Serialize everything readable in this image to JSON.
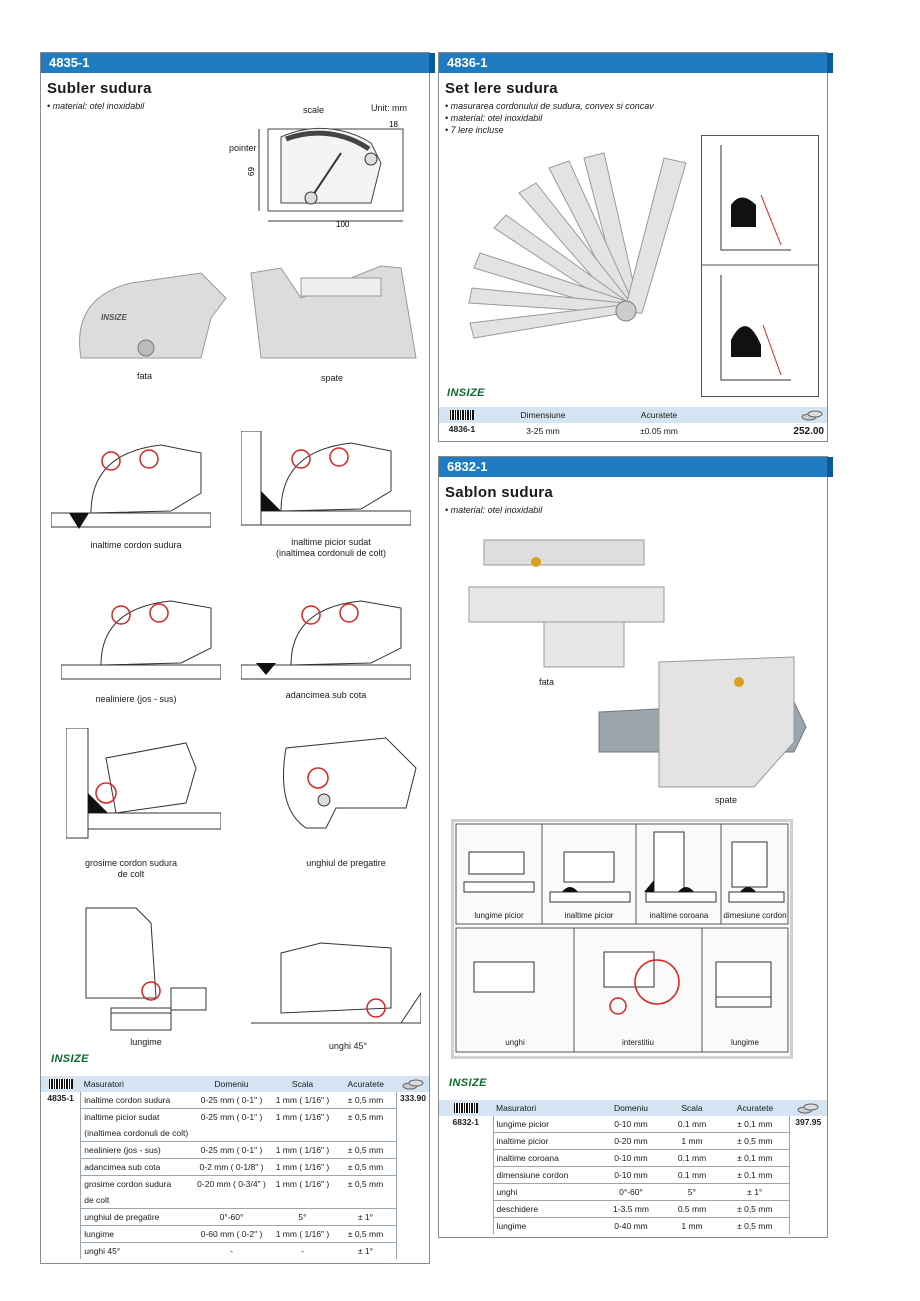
{
  "left": {
    "code": "4835-1",
    "title": "Subler sudura",
    "bullets": [
      "• material: otel inoxidabil"
    ],
    "diagram_labels": {
      "scale": "scale",
      "unit": "Unit: mm",
      "pointer": "pointer",
      "dim_height": "69",
      "dim_width": "100",
      "dim_small": "18"
    },
    "photo_captions": {
      "front": "fata",
      "back": "spate"
    },
    "usage_captions": [
      "inaltime cordon sudura",
      "inaltime picior sudat\n(inaltimea cordonuli de colt)",
      "nealiniere (jos - sus)",
      "adancimea sub cota",
      "grosime cordon sudura\nde colt",
      "unghiul de pregatire",
      "lungime",
      "unghi  45°"
    ],
    "brand": "INSIZE",
    "table": {
      "headers": [
        "Masuratori",
        "Domeniu",
        "Scala",
        "Acuratete"
      ],
      "code": "4835-1",
      "price": "333.90",
      "rows": [
        [
          "inaltime cordon sudura",
          "0-25 mm ( 0-1\" )",
          "1 mm ( 1/16\" )",
          "± 0,5 mm"
        ],
        [
          "inaltime picior sudat",
          "0-25 mm ( 0-1\" )",
          "1 mm ( 1/16\" )",
          "± 0,5 mm"
        ],
        [
          "(inaltimea cordonuli de colt)",
          "",
          "",
          ""
        ],
        [
          "nealiniere (jos - sus)",
          "0-25 mm ( 0-1\" )",
          "1 mm ( 1/16\" )",
          "± 0,5 mm"
        ],
        [
          "adancimea sub cota",
          "0-2 mm ( 0-1/8\" )",
          "1 mm ( 1/16\" )",
          "± 0,5 mm"
        ],
        [
          "grosime cordon sudura",
          "0-20 mm ( 0-3/4\" )",
          "1 mm ( 1/16\" )",
          "± 0,5 mm"
        ],
        [
          "de colt",
          "",
          "",
          ""
        ],
        [
          "unghiul de pregatire",
          "0°-60°",
          "5°",
          "± 1°"
        ],
        [
          "lungime",
          "0-60 mm ( 0-2\" )",
          "1 mm ( 1/16\" )",
          "± 0,5 mm"
        ],
        [
          "unghi  45°",
          "-",
          "-",
          "± 1°"
        ]
      ]
    }
  },
  "right_top": {
    "code": "4836-1",
    "title": "Set lere sudura",
    "bullets": [
      "• masurarea cordonului de sudura, convex si concav",
      "• material: otel inoxidabil",
      "• 7 lere incluse"
    ],
    "brand": "INSIZE",
    "table": {
      "headers": [
        "Dimensiune",
        "Acuratete"
      ],
      "code": "4836-1",
      "values": [
        "3-25 mm",
        "±0.05 mm"
      ],
      "price": "252.00"
    }
  },
  "right_bottom": {
    "code": "6832-1",
    "title": "Sablon sudura",
    "bullets": [
      "• material: otel inoxidabil"
    ],
    "photo_captions": {
      "front": "fata",
      "back": "spate"
    },
    "usage_captions": [
      "lungime picior",
      "inaltime picior",
      "inaltime coroana",
      "dimesiune cordon",
      "unghi",
      "interstitiu",
      "lungime"
    ],
    "brand": "INSIZE",
    "table": {
      "headers": [
        "Masuratori",
        "Domeniu",
        "Scala",
        "Acuratete"
      ],
      "code": "6832-1",
      "price": "397.95",
      "rows": [
        [
          "lungime picior",
          "0-10 mm",
          "0.1 mm",
          "± 0,1 mm"
        ],
        [
          "inaltime picior",
          "0-20 mm",
          "1 mm",
          "± 0,5 mm"
        ],
        [
          "inaltime coroana",
          "0-10 mm",
          "0.1 mm",
          "± 0,1 mm"
        ],
        [
          "dimensiune cordon",
          "0-10 mm",
          "0.1 mm",
          "± 0,1 mm"
        ],
        [
          "unghi",
          "0°-60°",
          "5°",
          "± 1°"
        ],
        [
          "deschidere",
          "1-3.5 mm",
          "0.5 mm",
          "± 0,5 mm"
        ],
        [
          "lungime",
          "0-40 mm",
          "1 mm",
          "± 0,5 mm"
        ]
      ]
    }
  }
}
